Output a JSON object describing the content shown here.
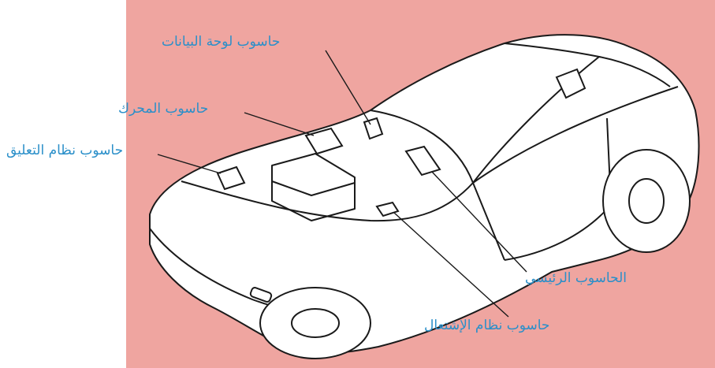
{
  "colors": {
    "background": "#efa5a0",
    "car_fill": "#ffffff",
    "car_outline": "#1a1a1a",
    "label_text": "#2a8fc9"
  },
  "labels": {
    "dashboard_computer": "حاسوب لوحة البيانات",
    "engine_computer": "حاسوب المحرك",
    "suspension_computer": "حاسوب نظام التعليق",
    "main_computer": "الحاسوب الرئيسي",
    "ignition_computer": "حاسوب نظام الإشتعال"
  }
}
